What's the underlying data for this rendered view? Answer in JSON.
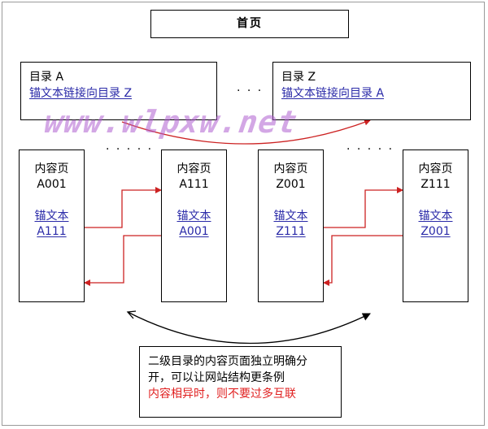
{
  "home": {
    "label": "首页"
  },
  "directories": {
    "a": {
      "title": "目录 A",
      "link": "锚文本链接向目录 Z"
    },
    "z": {
      "title": "目录 Z",
      "link": "锚文本链接向目录 A"
    }
  },
  "separators": {
    "top_dots": "· · ·",
    "mid_dots_left": "· · · · ·",
    "mid_dots_right": "· · · · ·"
  },
  "content_pages": [
    {
      "heading": "内容页",
      "code": "A001",
      "anchor_label": "锚文本",
      "anchor_target": "A111"
    },
    {
      "heading": "内容页",
      "code": "A111",
      "anchor_label": "锚文本",
      "anchor_target": "A001"
    },
    {
      "heading": "内容页",
      "code": "Z001",
      "anchor_label": "锚文本",
      "anchor_target": "Z111"
    },
    {
      "heading": "内容页",
      "code": "Z111",
      "anchor_label": "锚文本",
      "anchor_target": "Z001"
    }
  ],
  "note": {
    "line1": "二级目录的内容页面独立明确分",
    "line2": "开，可以让网站结构更条例",
    "line3": "内容相异时，则不要过多互联"
  },
  "watermark": "www.wlpxw.net",
  "colors": {
    "arrow_red": "#cc2222",
    "arrow_black": "#000000",
    "link_blue": "#2a2aa8",
    "note_red": "#e02020",
    "watermark": "#b060d0"
  }
}
